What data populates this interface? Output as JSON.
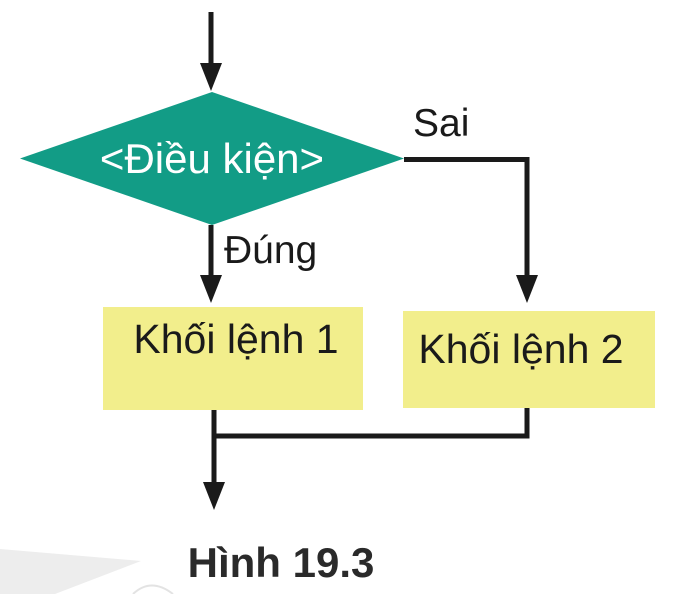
{
  "figure": {
    "caption": "Hình 19.3"
  },
  "flowchart": {
    "type": "flowchart",
    "condition_label": "<Điều kiện>",
    "true_label": "Đúng",
    "false_label": "Sai",
    "block1_label": "Khối lệnh 1",
    "block2_label": "Khối lệnh 2",
    "edges": [
      {
        "from": "condition",
        "label": "Đúng",
        "to": "block1"
      },
      {
        "from": "condition",
        "label": "Sai",
        "to": "block2"
      },
      {
        "from": "block1",
        "to": "exit"
      },
      {
        "from": "block2",
        "to": "exit"
      }
    ]
  },
  "colors": {
    "diamond_fill": "#129C86",
    "diamond_text": "#FFFFFF",
    "block_fill": "#F2EE8C",
    "line": "#1A1A1A",
    "label_text": "#1A1A1A",
    "caption_text": "#2A2A2A",
    "background": "#FFFFFF",
    "page_curl": "#EDEDED"
  }
}
